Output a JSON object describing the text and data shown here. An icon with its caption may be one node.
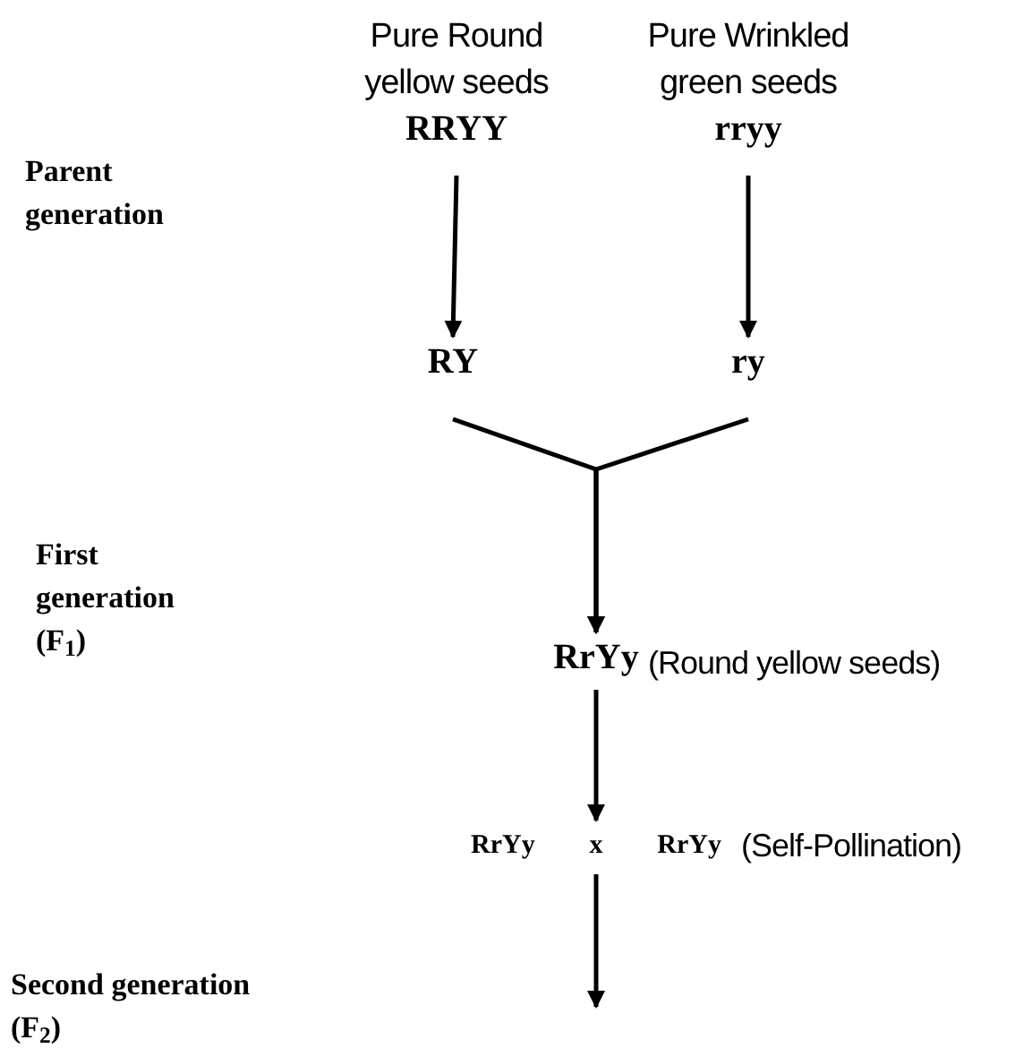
{
  "diagram": {
    "nodes": [
      {
        "text": [
          "Pure Round yellow seeds",
          "RRYY"
        ]
      },
      {
        "text": [
          "Pure Wrinkled green seeds",
          "rryy"
        ]
      },
      {
        "text": [
          "RY"
        ]
      },
      {
        "text": [
          "ry"
        ]
      },
      {
        "text": [
          "RrYy"
        ],
        "beside": [
          "(Round yellow seeds)"
        ]
      },
      {
        "text": [
          "RrYy",
          "x",
          "RrYy"
        ],
        "beside": [
          "(Self-Pollination)"
        ]
      }
    ],
    "edges": [
      {
        "from": 0,
        "to": 2,
        "arrow": "to"
      },
      {
        "from": 1,
        "to": 3,
        "arrow": "to"
      },
      {
        "from": 2,
        "to": 4,
        "arrow": "to"
      },
      {
        "from": 3,
        "to": 4,
        "arrow": "to"
      },
      {
        "from": 4,
        "to": 5,
        "arrow": "to"
      },
      {
        "from": 5,
        "to": null,
        "arrow": "to"
      }
    ],
    "labels": [
      "Parent generation",
      "First generation (F$_{1}$)",
      "Second generation (F$_{2}$)"
    ]
  }
}
